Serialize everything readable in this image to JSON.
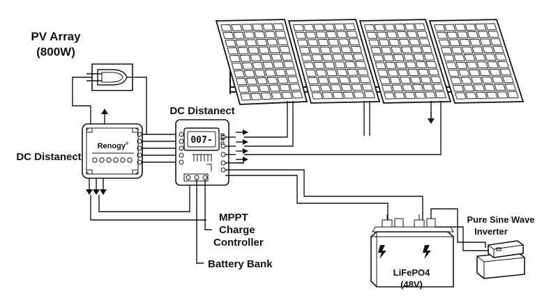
{
  "labels": {
    "pv_array_line1": "PV Array",
    "pv_array_line2": "(800W)",
    "dc_disconnect_top": "DC Distanect",
    "dc_disconnect_left": "DC Distanect",
    "mppt_line1": "MPPT",
    "mppt_line2": "Charge",
    "mppt_line3": "Controller",
    "battery_bank": "Battery Bank",
    "inverter_line1": "Pure Sine Wave",
    "inverter_line2": "Inverter",
    "battery_line1": "LiFePO4",
    "battery_line2": "(48V)"
  },
  "controller": {
    "brand": "Renogy",
    "brand_mark": "®"
  },
  "meter": {
    "display": "007-"
  },
  "solar_panels": {
    "count": 4,
    "rows": 10,
    "cols": 6
  },
  "colors": {
    "line": "#111111",
    "panel_fill": "#f4f4f4",
    "background": "#ffffff"
  }
}
